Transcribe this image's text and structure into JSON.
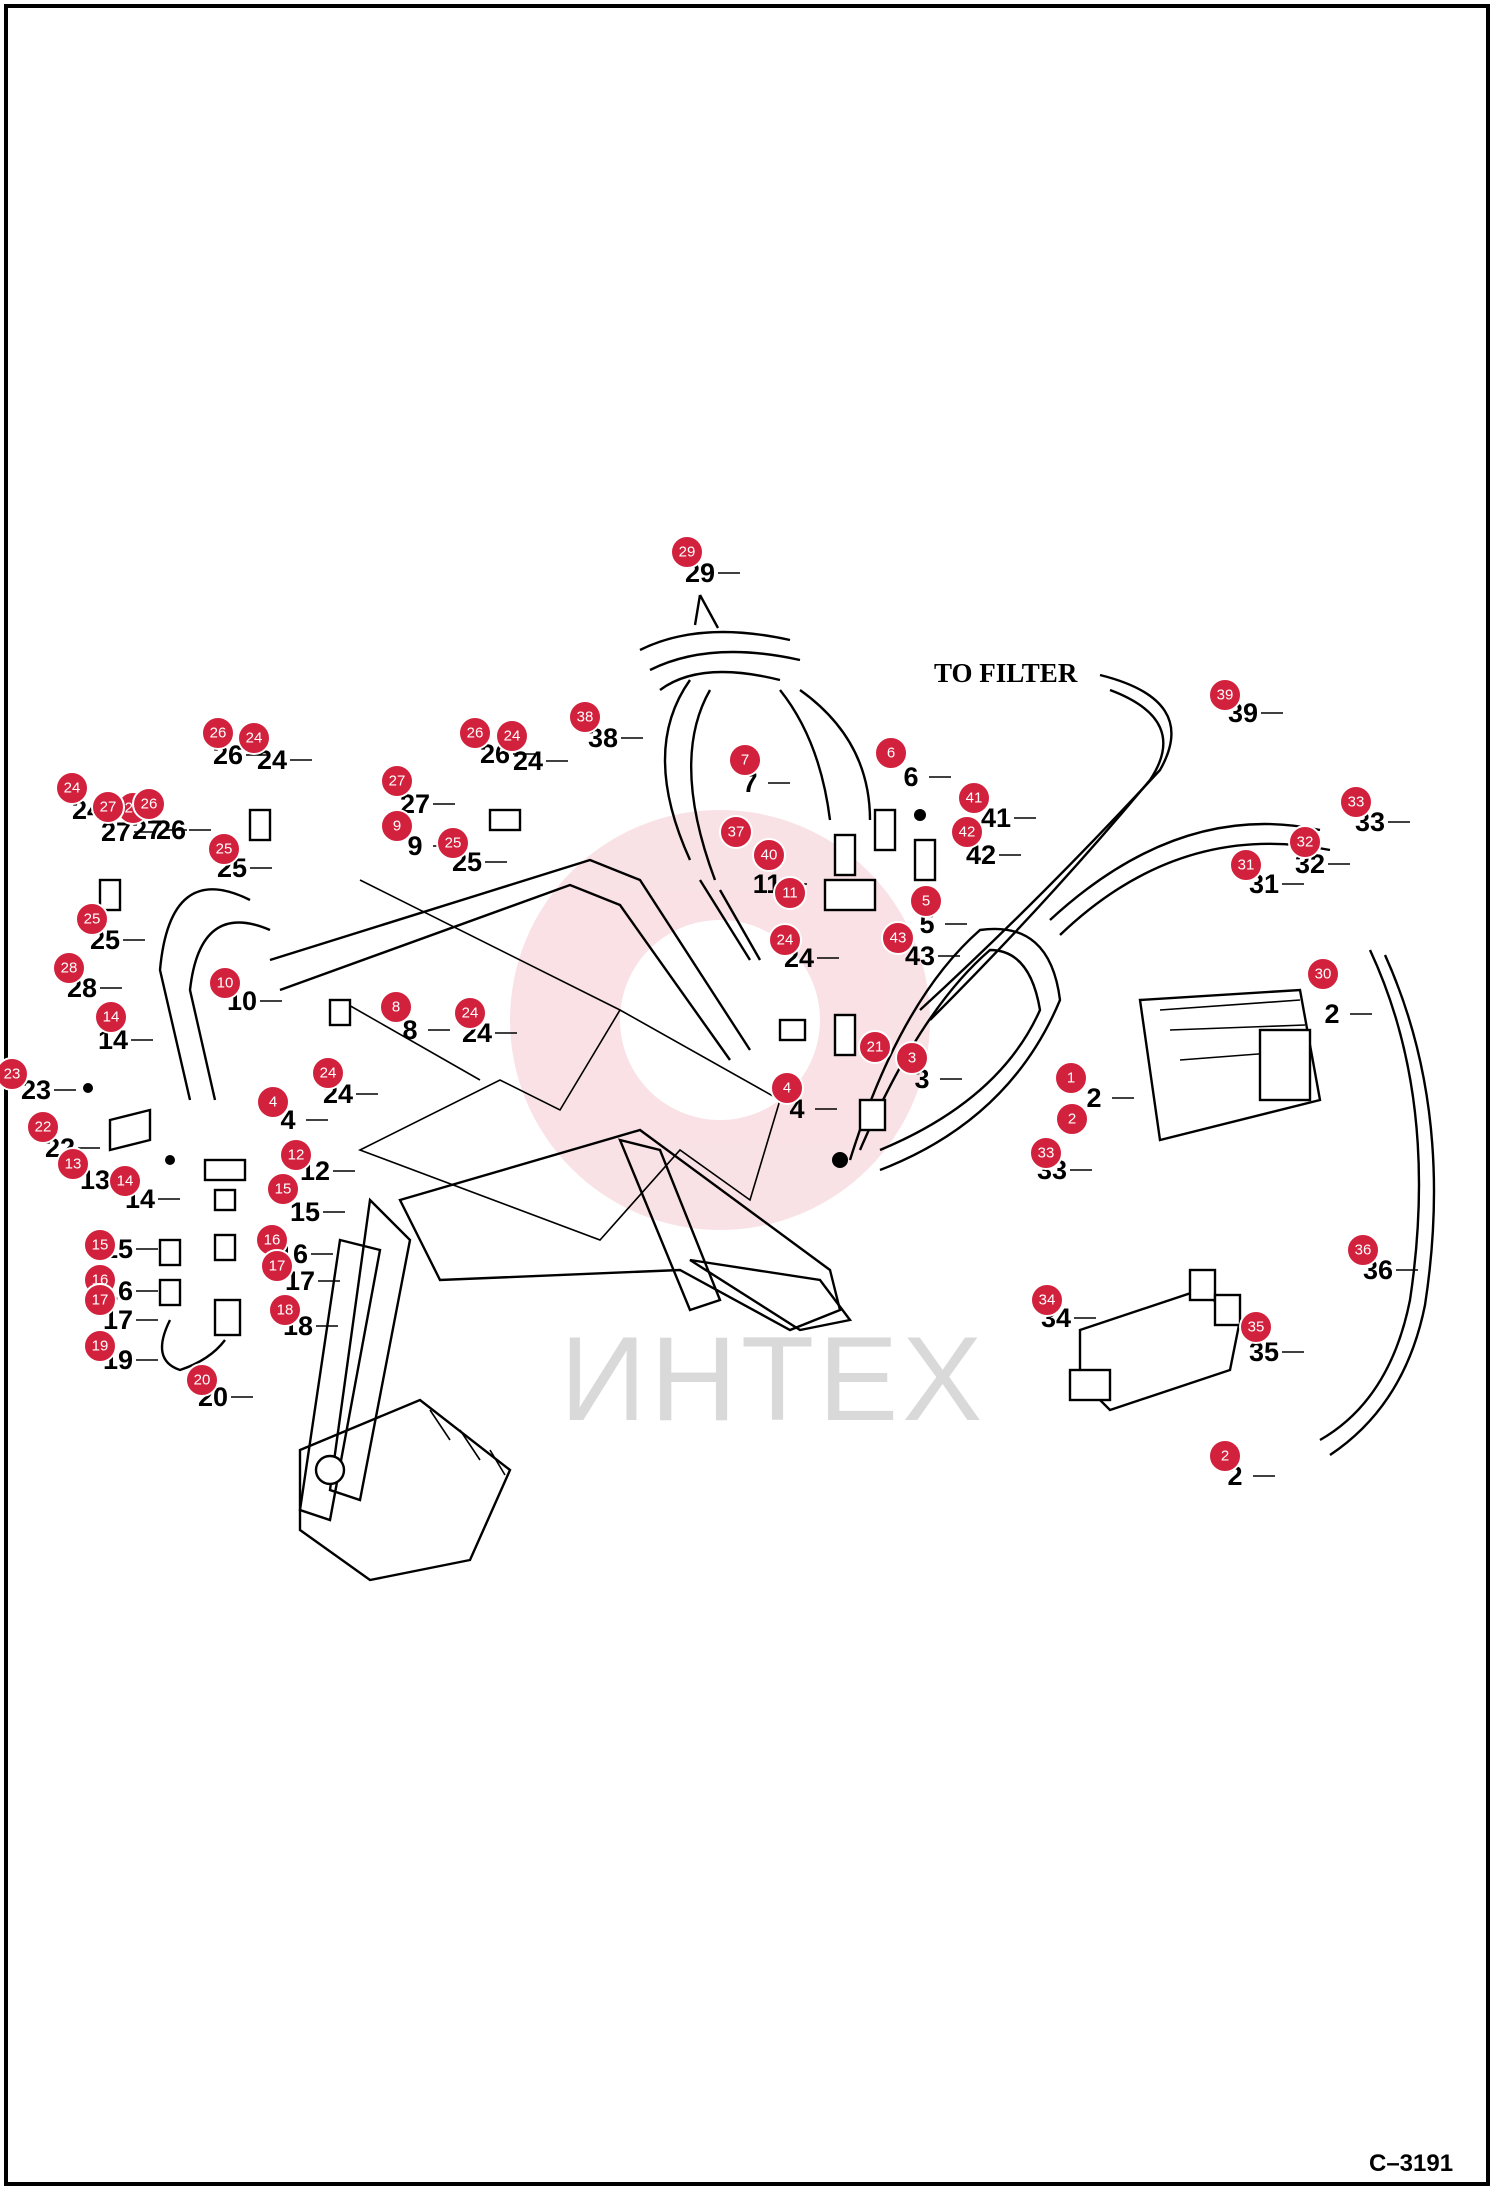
{
  "watermark_text": "ИНТЕХ",
  "to_filter_label": "TO FILTER",
  "figure_id": "C–3191",
  "accent_color": "#d2213d",
  "callouts": [
    {
      "n": "29"
    },
    {
      "n": "39"
    },
    {
      "n": "38"
    },
    {
      "n": "7"
    },
    {
      "n": "6"
    },
    {
      "n": "41"
    },
    {
      "n": "42"
    },
    {
      "n": "37"
    },
    {
      "n": "40"
    },
    {
      "n": "11"
    },
    {
      "n": "5"
    },
    {
      "n": "24"
    },
    {
      "n": "43"
    },
    {
      "n": "21"
    },
    {
      "n": "3"
    },
    {
      "n": "4"
    },
    {
      "n": "33"
    },
    {
      "n": "32"
    },
    {
      "n": "31"
    },
    {
      "n": "30"
    },
    {
      "n": "1"
    },
    {
      "n": "2"
    },
    {
      "n": "33"
    },
    {
      "n": "36"
    },
    {
      "n": "34"
    },
    {
      "n": "35"
    },
    {
      "n": "2"
    },
    {
      "n": "26"
    },
    {
      "n": "24"
    },
    {
      "n": "27"
    },
    {
      "n": "9"
    },
    {
      "n": "25"
    },
    {
      "n": "26"
    },
    {
      "n": "24"
    },
    {
      "n": "8"
    },
    {
      "n": "24"
    },
    {
      "n": "24"
    },
    {
      "n": "27"
    },
    {
      "n": "26"
    },
    {
      "n": "24"
    },
    {
      "n": "27"
    },
    {
      "n": "25"
    },
    {
      "n": "25"
    },
    {
      "n": "28"
    },
    {
      "n": "10"
    },
    {
      "n": "14"
    },
    {
      "n": "23"
    },
    {
      "n": "22"
    },
    {
      "n": "13"
    },
    {
      "n": "14"
    },
    {
      "n": "4"
    },
    {
      "n": "12"
    },
    {
      "n": "15"
    },
    {
      "n": "15"
    },
    {
      "n": "16"
    },
    {
      "n": "16"
    },
    {
      "n": "17"
    },
    {
      "n": "17"
    },
    {
      "n": "18"
    },
    {
      "n": "19"
    },
    {
      "n": "20"
    }
  ],
  "part_numbers": [
    {
      "n": "29"
    },
    {
      "n": "39"
    },
    {
      "n": "38"
    },
    {
      "n": "7"
    },
    {
      "n": "6"
    },
    {
      "n": "41"
    },
    {
      "n": "42"
    },
    {
      "n": "11"
    },
    {
      "n": "5"
    },
    {
      "n": "24"
    },
    {
      "n": "43"
    },
    {
      "n": "3"
    },
    {
      "n": "4"
    },
    {
      "n": "33"
    },
    {
      "n": "32"
    },
    {
      "n": "31"
    },
    {
      "n": "2"
    },
    {
      "n": "2"
    },
    {
      "n": "33"
    },
    {
      "n": "36"
    },
    {
      "n": "34"
    },
    {
      "n": "35"
    },
    {
      "n": "2"
    },
    {
      "n": "26"
    },
    {
      "n": "24"
    },
    {
      "n": "27"
    },
    {
      "n": "9"
    },
    {
      "n": "25"
    },
    {
      "n": "26"
    },
    {
      "n": "24"
    },
    {
      "n": "8"
    },
    {
      "n": "24"
    },
    {
      "n": "24"
    },
    {
      "n": "27"
    },
    {
      "n": "26"
    },
    {
      "n": "24"
    },
    {
      "n": "27"
    },
    {
      "n": "25"
    },
    {
      "n": "25"
    },
    {
      "n": "28"
    },
    {
      "n": "10"
    },
    {
      "n": "14"
    },
    {
      "n": "23"
    },
    {
      "n": "22"
    },
    {
      "n": "13"
    },
    {
      "n": "14"
    },
    {
      "n": "4"
    },
    {
      "n": "12"
    },
    {
      "n": "15"
    },
    {
      "n": "15"
    },
    {
      "n": "16"
    },
    {
      "n": "16"
    },
    {
      "n": "17"
    },
    {
      "n": "17"
    },
    {
      "n": "18"
    },
    {
      "n": "19"
    },
    {
      "n": "20"
    }
  ]
}
